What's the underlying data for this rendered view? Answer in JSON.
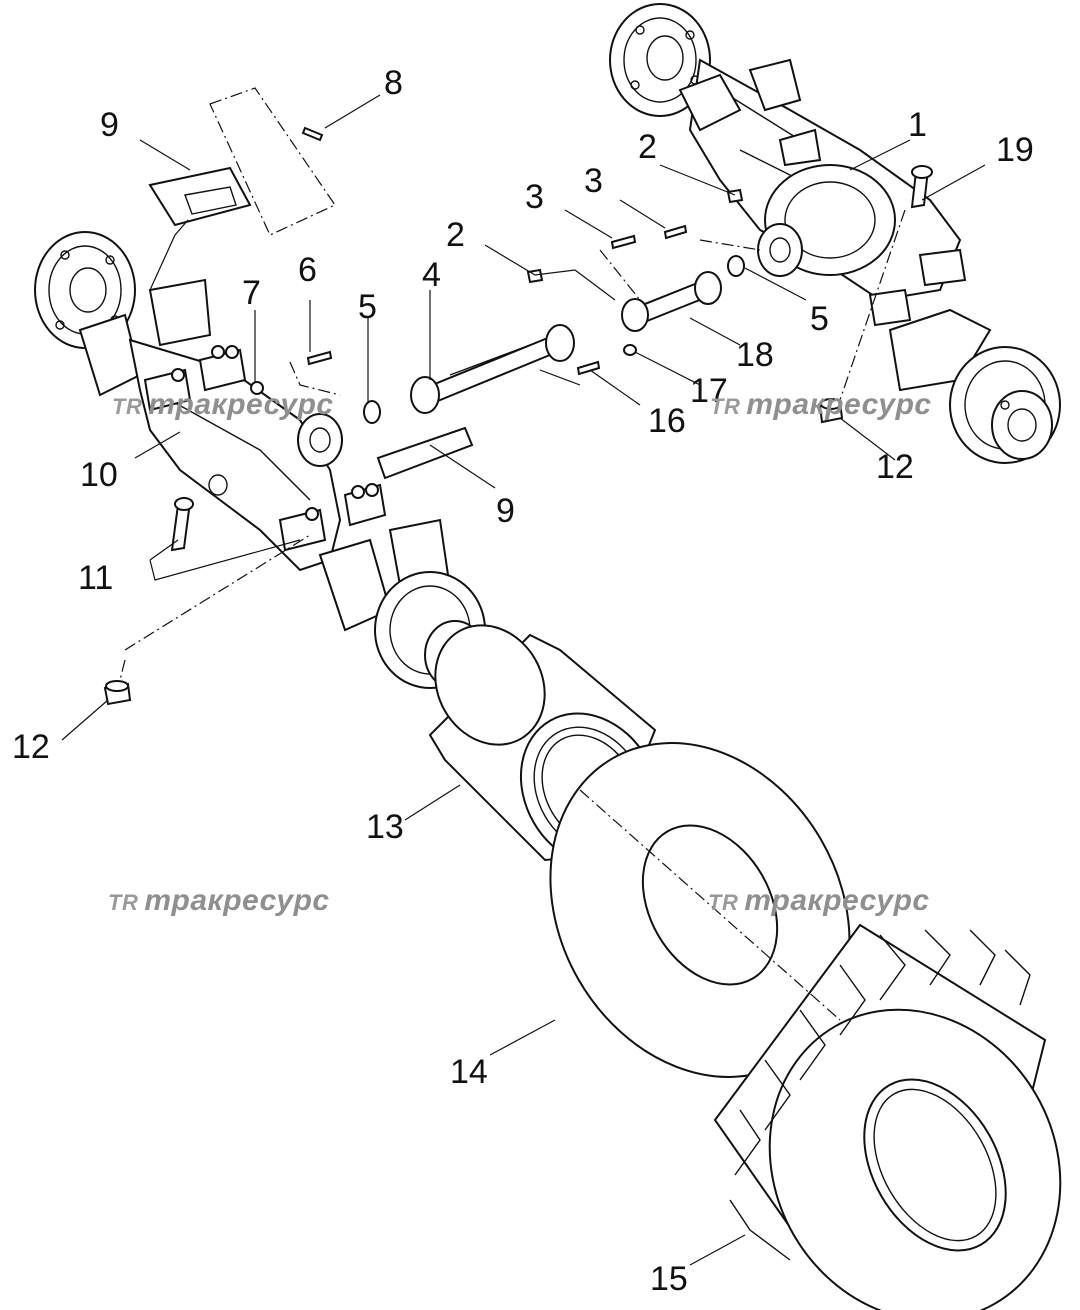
{
  "callouts": [
    {
      "id": "c1",
      "text": "1"
    },
    {
      "id": "c2a",
      "text": "2"
    },
    {
      "id": "c2b",
      "text": "2"
    },
    {
      "id": "c3a",
      "text": "3"
    },
    {
      "id": "c3b",
      "text": "3"
    },
    {
      "id": "c4",
      "text": "4"
    },
    {
      "id": "c5a",
      "text": "5"
    },
    {
      "id": "c5b",
      "text": "5"
    },
    {
      "id": "c6",
      "text": "6"
    },
    {
      "id": "c7",
      "text": "7"
    },
    {
      "id": "c8",
      "text": "8"
    },
    {
      "id": "c9a",
      "text": "9"
    },
    {
      "id": "c9b",
      "text": "9"
    },
    {
      "id": "c10",
      "text": "10"
    },
    {
      "id": "c11",
      "text": "11"
    },
    {
      "id": "c12a",
      "text": "12"
    },
    {
      "id": "c12b",
      "text": "12"
    },
    {
      "id": "c13",
      "text": "13"
    },
    {
      "id": "c14",
      "text": "14"
    },
    {
      "id": "c15",
      "text": "15"
    },
    {
      "id": "c16",
      "text": "16"
    },
    {
      "id": "c17",
      "text": "17"
    },
    {
      "id": "c18",
      "text": "18"
    },
    {
      "id": "c19",
      "text": "19"
    }
  ],
  "watermark": {
    "logo": "TR",
    "text": "тракресурс"
  }
}
